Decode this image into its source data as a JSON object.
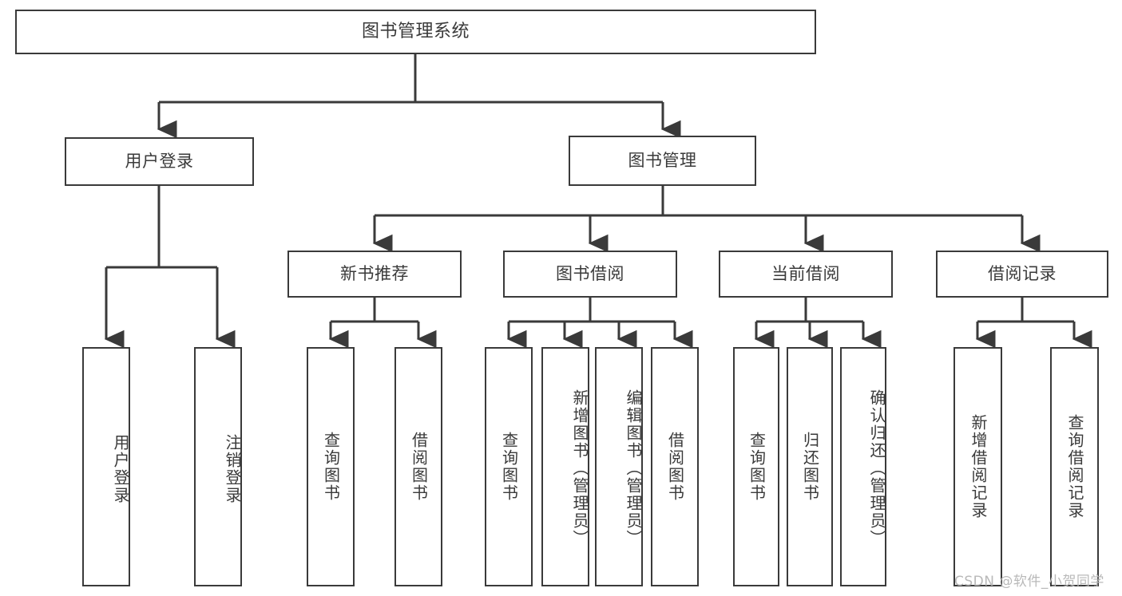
{
  "diagram": {
    "type": "hierarchy-tree",
    "title": "图书管理系统",
    "root": {
      "id": "root",
      "label": "图书管理系统"
    },
    "level1": [
      {
        "id": "user-login",
        "label": "用户登录"
      },
      {
        "id": "book-management",
        "label": "图书管理"
      }
    ],
    "level2": [
      {
        "id": "new-book-recommend",
        "label": "新书推荐",
        "parent": "book-management"
      },
      {
        "id": "book-borrow",
        "label": "图书借阅",
        "parent": "book-management"
      },
      {
        "id": "current-borrow",
        "label": "当前借阅",
        "parent": "book-management"
      },
      {
        "id": "borrow-record",
        "label": "借阅记录",
        "parent": "book-management"
      }
    ],
    "leaves": [
      {
        "id": "leaf-user-login",
        "label": "用户登录",
        "parent": "user-login"
      },
      {
        "id": "leaf-logout",
        "label": "注销登录",
        "parent": "user-login"
      },
      {
        "id": "leaf-query-book-1",
        "label": "查询图书",
        "parent": "new-book-recommend"
      },
      {
        "id": "leaf-borrow-book-1",
        "label": "借阅图书",
        "parent": "new-book-recommend"
      },
      {
        "id": "leaf-query-book-2",
        "label": "查询图书",
        "parent": "book-borrow"
      },
      {
        "id": "leaf-add-book",
        "label": "新增图书（管理员）",
        "parent": "book-borrow"
      },
      {
        "id": "leaf-edit-book",
        "label": "编辑图书（管理员）",
        "parent": "book-borrow"
      },
      {
        "id": "leaf-borrow-book-2",
        "label": "借阅图书",
        "parent": "book-borrow"
      },
      {
        "id": "leaf-query-book-3",
        "label": "查询图书",
        "parent": "current-borrow"
      },
      {
        "id": "leaf-return-book",
        "label": "归还图书",
        "parent": "current-borrow"
      },
      {
        "id": "leaf-confirm-return",
        "label": "确认归还（管理员）",
        "parent": "current-borrow"
      },
      {
        "id": "leaf-add-record",
        "label": "新增借阅记录",
        "parent": "borrow-record"
      },
      {
        "id": "leaf-query-record",
        "label": "查询借阅记录",
        "parent": "borrow-record"
      }
    ],
    "colors": {
      "stroke": "#3a3a3a",
      "background": "#ffffff",
      "text": "#3a3a3a",
      "watermark": "#b9b9b9"
    }
  },
  "watermark": {
    "text": "CSDN @软件_小贺同学"
  }
}
